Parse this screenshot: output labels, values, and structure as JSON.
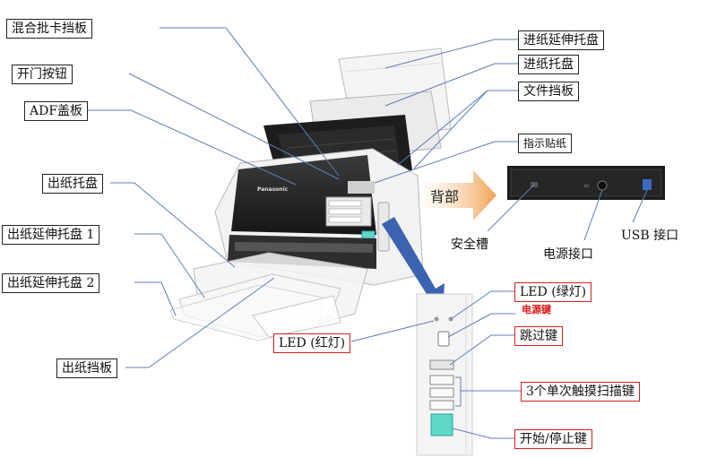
{
  "labels": {
    "mixed_card_guide": "混合批卡挡板",
    "door_button": "开门按钮",
    "adf_cover": "ADF盖板",
    "output_tray": "出纸托盘",
    "output_ext_1": "出纸延伸托盘 1",
    "output_ext_2": "出纸延伸托盘 2",
    "output_stopper": "出纸挡板",
    "feed_ext_tray": "进纸延伸托盘",
    "feed_tray": "进纸托盘",
    "doc_guide": "文件挡板",
    "indicator_sticker": "指示贴纸",
    "back": "背部",
    "security_slot": "安全槽",
    "power_port": "电源接口",
    "usb_port": "USB 接口",
    "led_green": "LED (绿灯)",
    "power_key": "电源键",
    "led_red": "LED (红灯)",
    "skip_key": "跳过键",
    "single_scan_keys": "3个单次触摸扫描键",
    "start_stop_key": "开始/停止键"
  },
  "brand_text": "Panasonic",
  "colors": {
    "label_border": "#222222",
    "highlight_border": "#d42020",
    "callout_line": "#5b7fb5",
    "arrow_blue": "#3b63b0",
    "arrow_orange": "#f0a050",
    "start_key": "#5ed6c8"
  }
}
